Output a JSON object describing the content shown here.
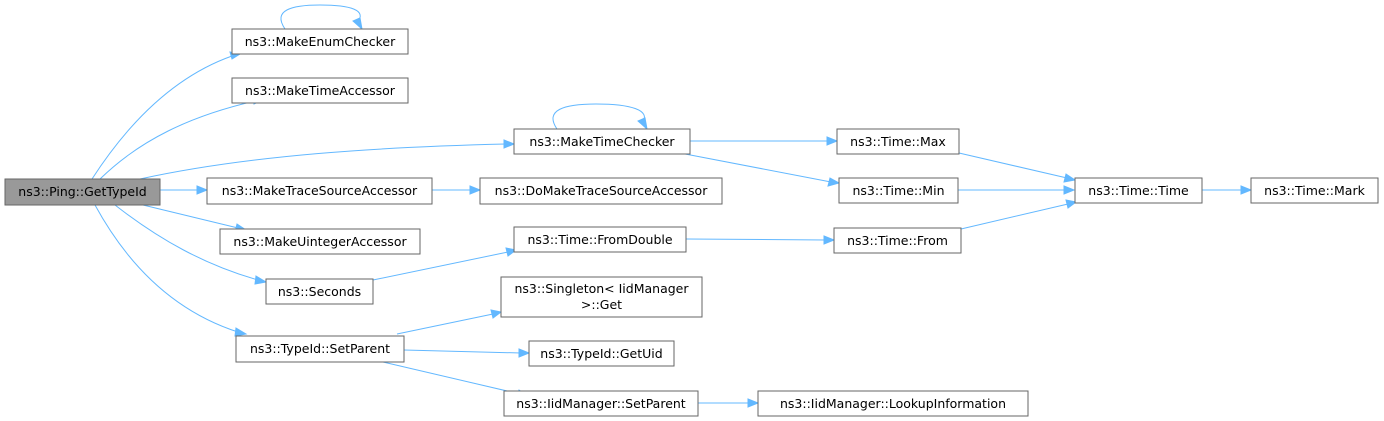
{
  "graph": {
    "nodes": {
      "root": "ns3::Ping::GetTypeId",
      "make_enum_checker": "ns3::MakeEnumChecker",
      "make_time_accessor": "ns3::MakeTimeAccessor",
      "make_time_checker": "ns3::MakeTimeChecker",
      "make_trace_source_accessor": "ns3::MakeTraceSourceAccessor",
      "do_make_trace_source_accessor": "ns3::DoMakeTraceSourceAccessor",
      "make_uinteger_accessor": "ns3::MakeUintegerAccessor",
      "seconds": "ns3::Seconds",
      "time_from_double": "ns3::Time::FromDouble",
      "time_from": "ns3::Time::From",
      "time_max": "ns3::Time::Max",
      "time_min": "ns3::Time::Min",
      "time_time": "ns3::Time::Time",
      "time_mark": "ns3::Time::Mark",
      "singleton_get_line1": "ns3::Singleton< IidManager",
      "singleton_get_line2": ">::Get",
      "typeid_set_parent": "ns3::TypeId::SetParent",
      "typeid_get_uid": "ns3::TypeId::GetUid",
      "iidmanager_set_parent": "ns3::IidManager::SetParent",
      "iidmanager_lookup_information": "ns3::IidManager::LookupInformation"
    },
    "edges": [
      [
        "root",
        "make_enum_checker"
      ],
      [
        "make_enum_checker",
        "make_enum_checker"
      ],
      [
        "root",
        "make_time_accessor"
      ],
      [
        "root",
        "make_time_checker"
      ],
      [
        "make_time_checker",
        "make_time_checker"
      ],
      [
        "make_time_checker",
        "time_max"
      ],
      [
        "make_time_checker",
        "time_min"
      ],
      [
        "time_max",
        "time_time"
      ],
      [
        "time_min",
        "time_time"
      ],
      [
        "time_from",
        "time_time"
      ],
      [
        "time_time",
        "time_mark"
      ],
      [
        "root",
        "make_trace_source_accessor"
      ],
      [
        "make_trace_source_accessor",
        "do_make_trace_source_accessor"
      ],
      [
        "root",
        "make_uinteger_accessor"
      ],
      [
        "root",
        "seconds"
      ],
      [
        "seconds",
        "time_from_double"
      ],
      [
        "time_from_double",
        "time_from"
      ],
      [
        "root",
        "typeid_set_parent"
      ],
      [
        "typeid_set_parent",
        "singleton_get"
      ],
      [
        "typeid_set_parent",
        "typeid_get_uid"
      ],
      [
        "typeid_set_parent",
        "iidmanager_set_parent"
      ],
      [
        "iidmanager_set_parent",
        "iidmanager_lookup_information"
      ]
    ],
    "colors": {
      "edge": "#63b8ff",
      "node_border": "#666666",
      "root_fill": "#999999"
    }
  }
}
